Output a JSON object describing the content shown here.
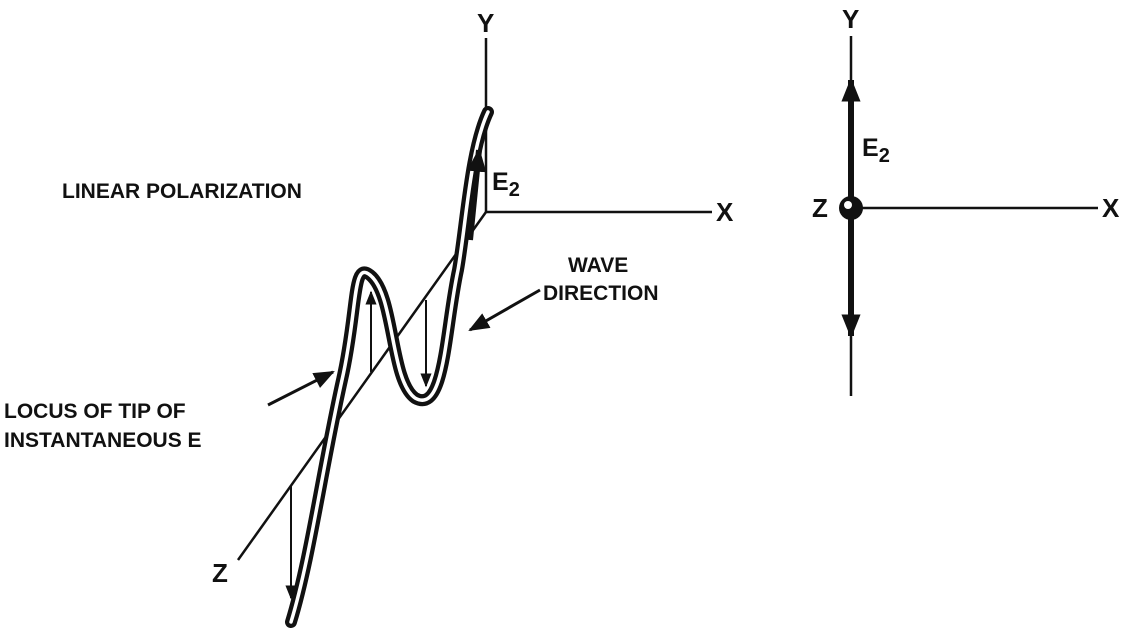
{
  "left_diagram": {
    "title": "LINEAR POLARIZATION",
    "axis_y": "Y",
    "axis_x": "X",
    "axis_z": "Z",
    "vector_label": "E",
    "vector_subscript": "2",
    "wave_direction_line1": "WAVE",
    "wave_direction_line2": "DIRECTION",
    "locus_line1": "LOCUS OF TIP OF",
    "locus_line2": "INSTANTANEOUS E"
  },
  "right_diagram": {
    "axis_y": "Y",
    "axis_x": "X",
    "axis_z": "Z",
    "vector_label": "E",
    "vector_subscript": "2"
  },
  "colors": {
    "ink": "#111111",
    "background": "#ffffff"
  }
}
